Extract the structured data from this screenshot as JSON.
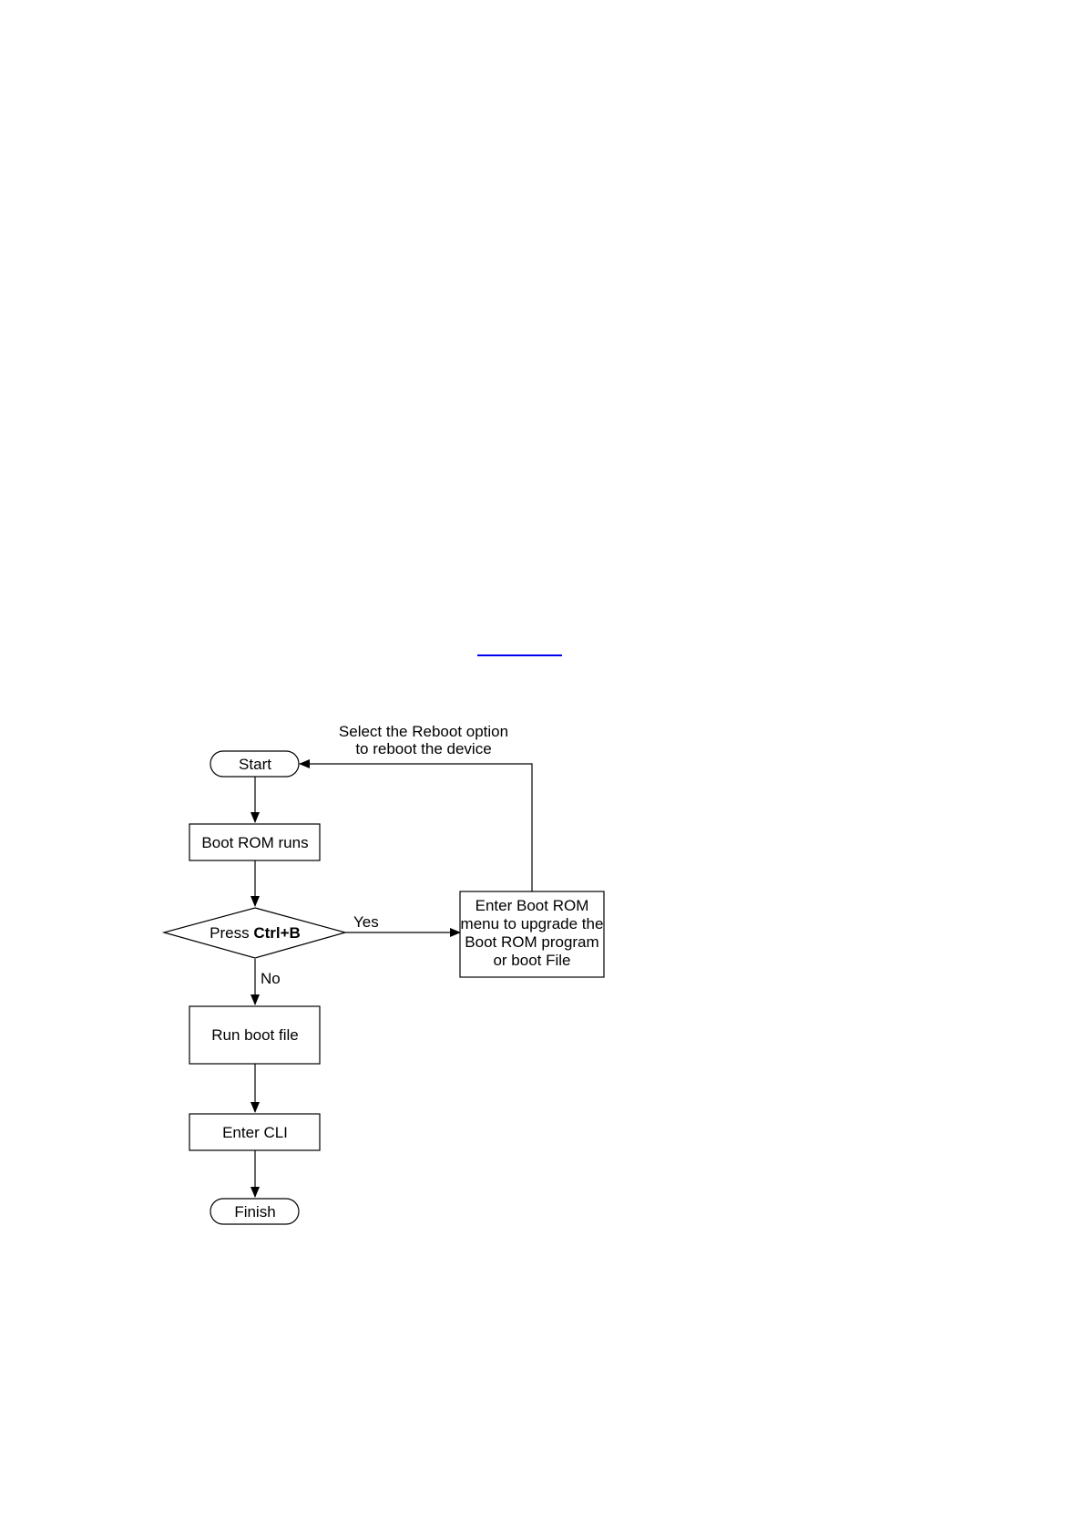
{
  "diagram": {
    "reboot_note": {
      "line1": "Select the Reboot option",
      "line2": "to reboot the device"
    },
    "nodes": {
      "start": "Start",
      "boot_rom_runs": "Boot ROM runs",
      "decision": {
        "prefix": "Press ",
        "keys": "Ctrl+B"
      },
      "boot_rom_menu": {
        "line1": "Enter Boot ROM",
        "line2": "menu to upgrade the",
        "line3": "Boot ROM program",
        "line4": "or boot File"
      },
      "run_boot_file": "Run boot file",
      "enter_cli": "Enter CLI",
      "finish": "Finish"
    },
    "edge_labels": {
      "yes": "Yes",
      "no": "No"
    }
  }
}
